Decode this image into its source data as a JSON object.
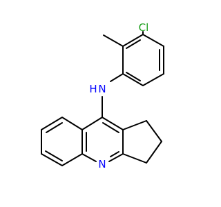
{
  "molecule": {
    "atoms": [
      {
        "id": "Cl",
        "label": "Cl",
        "color": "#1a9e1a"
      },
      {
        "id": "NH",
        "label": "N",
        "sub": "H",
        "color": "#0000ff"
      },
      {
        "id": "N",
        "label": "N",
        "color": "#0000ff"
      }
    ]
  }
}
